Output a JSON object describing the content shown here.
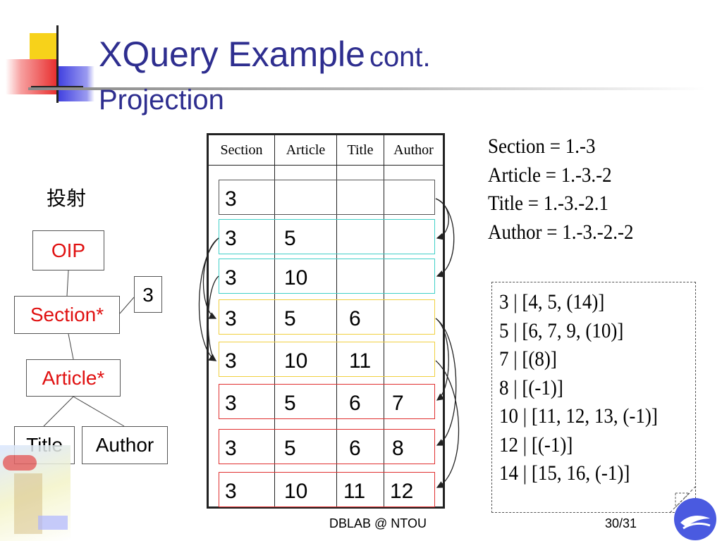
{
  "slide": {
    "title": "XQuery Example",
    "title_suffix": "cont.",
    "subtitle": "Projection",
    "cjk_label": "投射",
    "footer_center": "DBLAB @ NTOU",
    "page_number": "30/31"
  },
  "tree": {
    "root": "OIP",
    "section": "Section*",
    "article": "Article*",
    "title": "Title",
    "author": "Author",
    "value_box": "3"
  },
  "table": {
    "headers": [
      "Section",
      "Article",
      "Title",
      "Author"
    ],
    "rows": [
      {
        "cells": [
          "3",
          "",
          "",
          ""
        ],
        "border": "#555555"
      },
      {
        "cells": [
          "3",
          "5",
          "",
          ""
        ],
        "border": "#40d0c8"
      },
      {
        "cells": [
          "3",
          "10",
          "",
          ""
        ],
        "border": "#40d0c8"
      },
      {
        "cells": [
          "3",
          "5",
          "6",
          ""
        ],
        "border": "#f0d040"
      },
      {
        "cells": [
          "3",
          "10",
          "11",
          ""
        ],
        "border": "#f0d040"
      },
      {
        "cells": [
          "3",
          "5",
          "6",
          "7"
        ],
        "border": "#e03030"
      },
      {
        "cells": [
          "3",
          "5",
          "6",
          "8"
        ],
        "border": "#e03030"
      },
      {
        "cells": [
          "3",
          "10",
          "11",
          "12"
        ],
        "border": "#e03030"
      }
    ]
  },
  "mapping": [
    "Section = 1.-3",
    "Article = 1.-3.-2",
    "Title = 1.-3.-2.1",
    "Author = 1.-3.-2.-2"
  ],
  "index_list": [
    "3 | [4, 5, (14)]",
    "5 | [6, 7, 9, (10)]",
    "7 | [(8)]",
    "8 | [(-1)]",
    "10 | [11, 12, 13, (-1)]",
    "12 | [(-1)]",
    "14 | [15, 16, (-1)]"
  ],
  "colors": {
    "title": "#2e2e8f",
    "tree_text": "#e01010"
  }
}
